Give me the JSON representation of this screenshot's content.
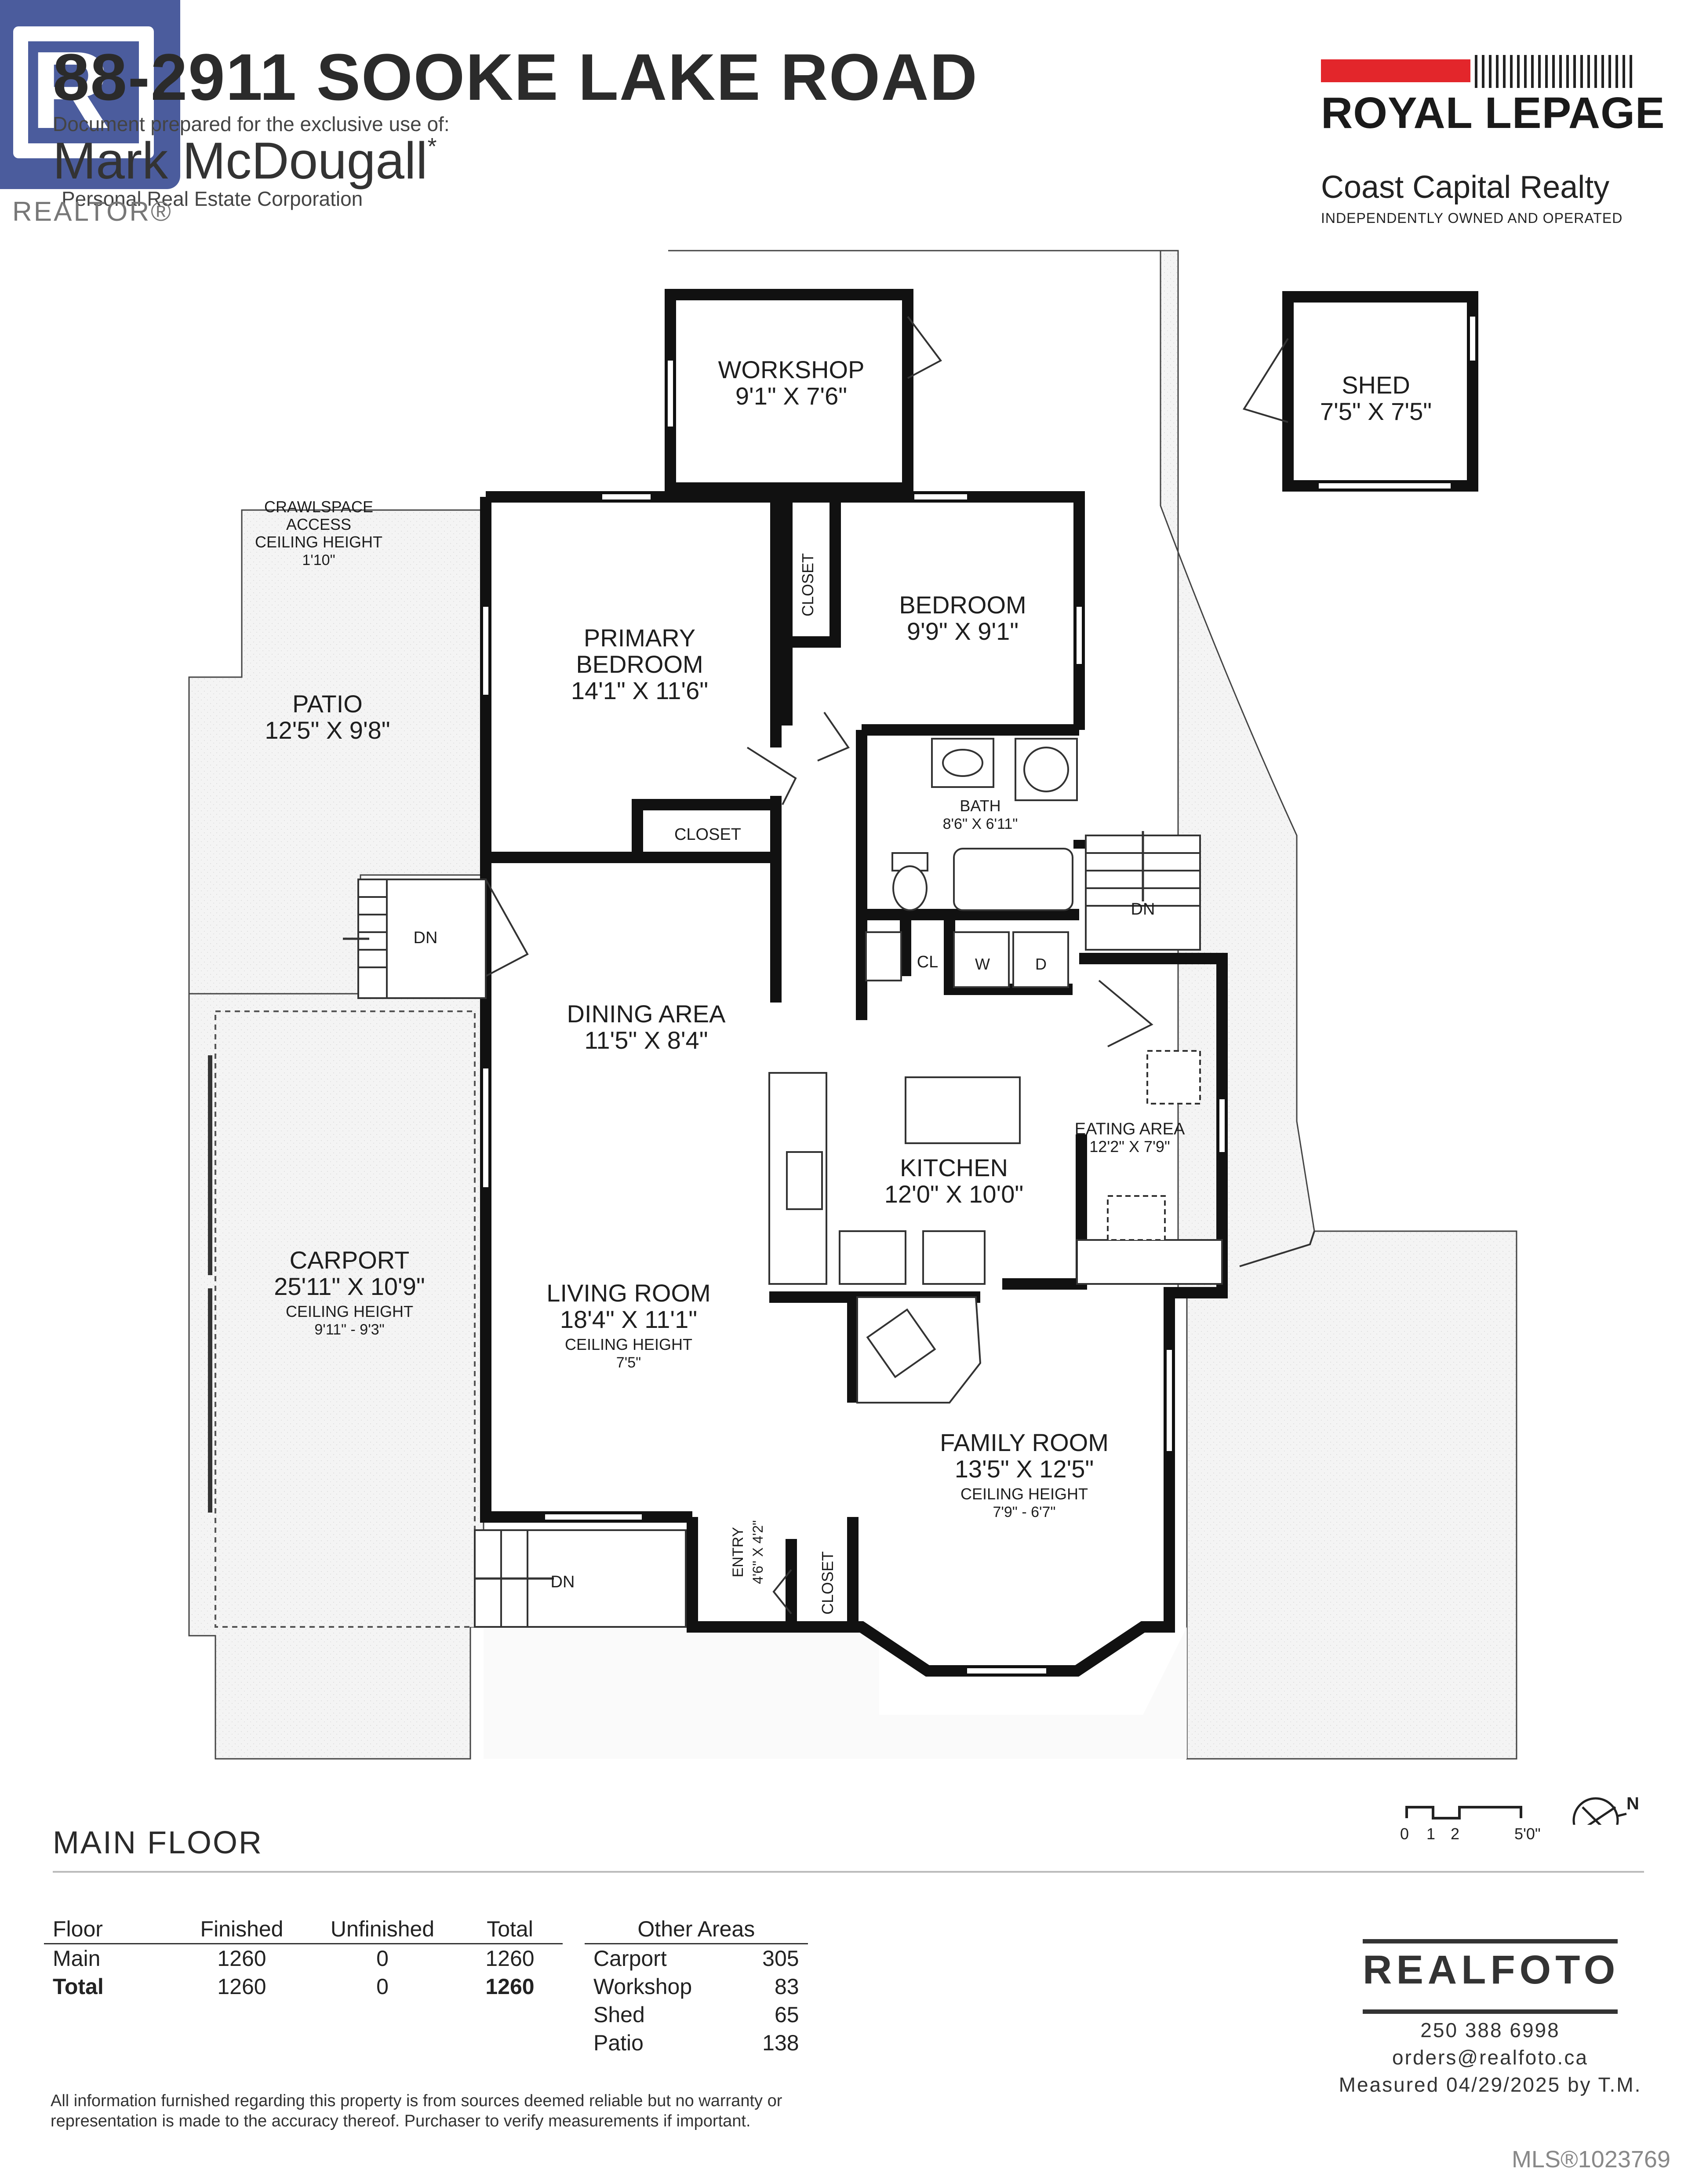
{
  "header": {
    "address": "88-2911 SOOKE LAKE ROAD",
    "prepared_for": "Document prepared for the exclusive use of:",
    "agent_name": "Mark McDougall",
    "agent_mark": "*",
    "agent_corp": "Personal Real Estate Corporation",
    "realtor_logo_letter": "R",
    "realtor_logo_word": "REALTOR®"
  },
  "brokerage": {
    "name": "ROYAL LEPAGE",
    "office": "Coast Capital Realty",
    "tagline": "INDEPENDENTLY OWNED AND OPERATED",
    "brand_red": "#e3262b"
  },
  "rooms": {
    "workshop": {
      "name": "WORKSHOP",
      "dims": "9'1\" X 7'6\""
    },
    "shed": {
      "name": "SHED",
      "dims": "7'5\" X 7'5\""
    },
    "crawlspace": {
      "line1": "CRAWLSPACE",
      "line2": "ACCESS",
      "line3": "CEILING HEIGHT",
      "line4": "1'10\""
    },
    "patio": {
      "name": "PATIO",
      "dims": "12'5\" X 9'8\""
    },
    "primary_bedroom": {
      "line1": "PRIMARY",
      "line2": "BEDROOM",
      "dims": "14'1\" X 11'6\""
    },
    "bedroom": {
      "name": "BEDROOM",
      "dims": "9'9\" X 9'1\""
    },
    "closet_vertical": "CLOSET",
    "closet_primary": "CLOSET",
    "bath": {
      "name": "BATH",
      "dims": "8'6\" X 6'11\""
    },
    "stair_dn_left": "DN",
    "stair_dn_right": "DN",
    "stair_dn_bottom": "DN",
    "cl": "CL",
    "washer": "W",
    "dryer": "D",
    "dining": {
      "name": "DINING AREA",
      "dims": "11'5\" X 8'4\""
    },
    "kitchen": {
      "name": "KITCHEN",
      "dims": "12'0\" X 10'0\""
    },
    "eating": {
      "name": "EATING AREA",
      "dims": "12'2\" X 7'9\""
    },
    "carport": {
      "name": "CARPORT",
      "dims": "25'11\" X 10'9\"",
      "ceiling_label": "CEILING HEIGHT",
      "ceiling": "9'11\" - 9'3\""
    },
    "living": {
      "name": "LIVING ROOM",
      "dims": "18'4\" X 11'1\"",
      "ceiling_label": "CEILING HEIGHT",
      "ceiling": "7'5\""
    },
    "family": {
      "name": "FAMILY ROOM",
      "dims": "13'5\" X 12'5\"",
      "ceiling_label": "CEILING HEIGHT",
      "ceiling": "7'9\" - 6'7\""
    },
    "entry": {
      "name": "ENTRY",
      "dims": "4'6\" X 4'2\""
    },
    "closet_entry": "CLOSET"
  },
  "scale": {
    "ticks": [
      "0",
      "1",
      "2",
      "5'0\""
    ]
  },
  "compass": {
    "label": "N"
  },
  "floor_title": "MAIN FLOOR",
  "floor_table": {
    "headers": [
      "Floor",
      "Finished",
      "Unfinished",
      "Total"
    ],
    "rows": [
      [
        "Main",
        "1260",
        "0",
        "1260"
      ],
      [
        "Total",
        "1260",
        "0",
        "1260"
      ]
    ]
  },
  "other_areas": {
    "header": "Other Areas",
    "rows": [
      [
        "Carport",
        "305"
      ],
      [
        "Workshop",
        "83"
      ],
      [
        "Shed",
        "65"
      ],
      [
        "Patio",
        "138"
      ]
    ]
  },
  "disclaimer": "All information furnished regarding this property is from sources deemed reliable but no warranty or representation is made to the accuracy thereof. Purchaser to verify measurements if important.",
  "photographer": {
    "logo": "REALFOTO",
    "phone": "250 388 6998",
    "email": "orders@realfoto.ca",
    "measured": "Measured 04/29/2025 by T.M."
  },
  "mls": "MLS®1023769"
}
